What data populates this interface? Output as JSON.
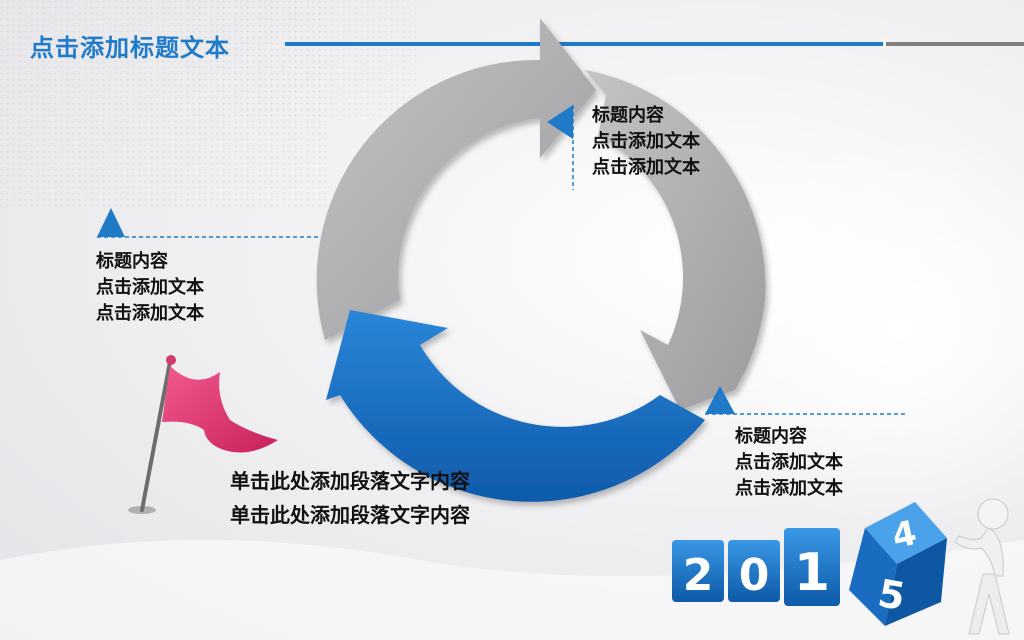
{
  "slide": {
    "title": "点击添加标题文本",
    "callouts": [
      {
        "heading": "标题内容",
        "line1": "点击添加文本",
        "line2": "点击添加文本"
      },
      {
        "heading": "标题内容",
        "line1": "点击添加文本",
        "line2": "点击添加文本"
      },
      {
        "heading": "标题内容",
        "line1": "点击添加文本",
        "line2": "点击添加文本"
      }
    ],
    "paragraph": {
      "line1": "单击此处添加段落文字内容",
      "line2": "单击此处添加段落文字内容"
    },
    "year_digits": [
      "2",
      "0",
      "1"
    ],
    "cube_digits": [
      "4",
      "5"
    ]
  },
  "colors": {
    "accent_blue": "#1f7ac8",
    "arrow_gray": "#a9a9ab",
    "arrow_blue": "#1565c0",
    "flag_pink": "#e8467c"
  },
  "icons": [
    "flag-icon",
    "figure-pushing-cube-icon",
    "cycle-arrows-graphic",
    "triangle-marker-icon"
  ]
}
